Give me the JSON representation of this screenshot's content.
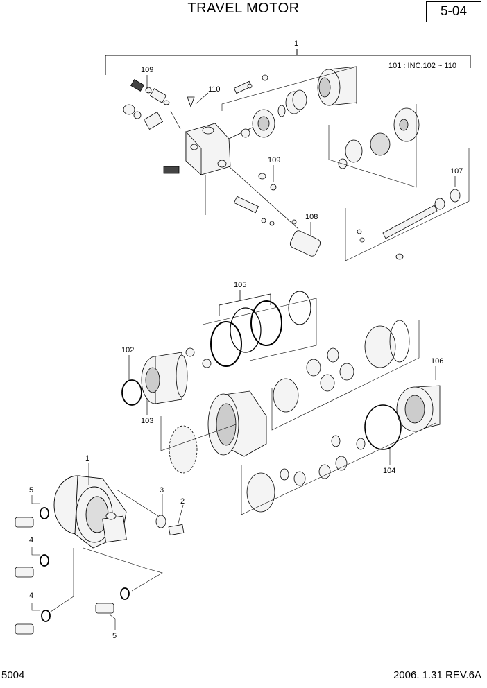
{
  "header": {
    "title": "TRAVEL MOTOR",
    "page_number": "5-04"
  },
  "footer": {
    "code": "5004",
    "date_rev": "2006. 1.31  REV.6A"
  },
  "note": "101 : INC.102 ~ 110",
  "callouts": {
    "c1_top": "1",
    "c109_a": "109",
    "c110": "110",
    "c109_b": "109",
    "c107": "107",
    "c108": "108",
    "c105": "105",
    "c102": "102",
    "c103": "103",
    "c106": "106",
    "c104": "104",
    "c1_bottom": "1",
    "c5_a": "5",
    "c3": "3",
    "c2": "2",
    "c4_a": "4",
    "c4_b": "4",
    "c5_b": "5"
  },
  "colors": {
    "line": "#000000",
    "part_fill": "#f2f2f2",
    "part_dark": "#555555"
  }
}
